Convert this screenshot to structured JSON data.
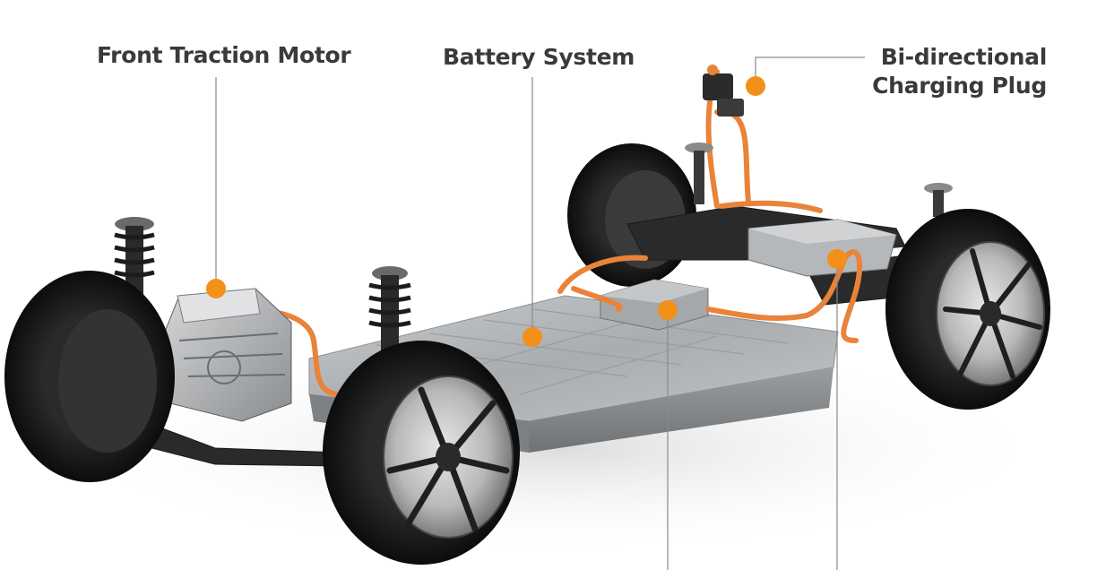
{
  "callouts": {
    "front_motor": {
      "label": "Front Traction Motor"
    },
    "battery": {
      "label": "Battery System"
    },
    "charging_plug": {
      "line1": "Bi-directional",
      "line2": "Charging Plug"
    }
  },
  "colors": {
    "marker": "#f39019",
    "leader_line": "#8a8a8a",
    "label_text": "#3a3a3a",
    "cable": "#e9833a",
    "battery_top": "#b9bcbe",
    "battery_side": "#8d9194",
    "tire": "#1c1c1c",
    "chassis": "#2a2a2a"
  }
}
